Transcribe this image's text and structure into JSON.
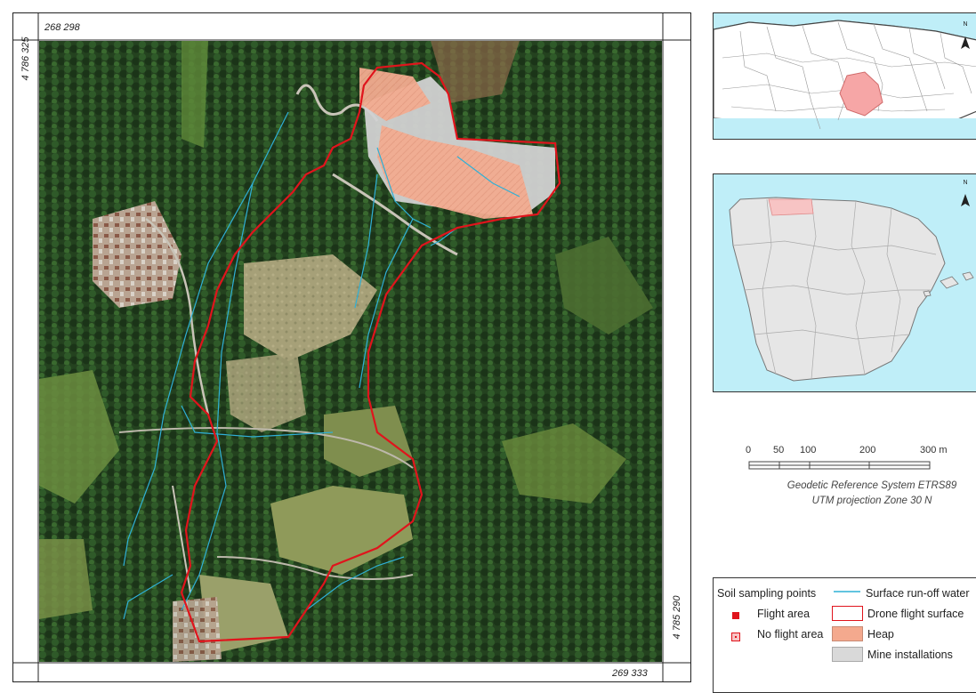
{
  "map": {
    "coords": {
      "top_left_x": "268 298",
      "top_left_y": "4 786 325",
      "bottom_right_x": "269 333",
      "bottom_right_y": "4 785 290"
    },
    "colors": {
      "forest_dark": "#1f3a1c",
      "meadow": "#a9a27a",
      "flight_boundary": "#e0141c",
      "heap": "#f4a98e",
      "mine": "#d6d6d6",
      "runoff": "#2fb0d6"
    }
  },
  "insets": {
    "north_label": "N",
    "asturias_highlight_color": "#f6a6a6",
    "spain_highlight_color": "#f7c4c4",
    "sea_color": "#bfeef8"
  },
  "scale": {
    "ticks": [
      "0",
      "50",
      "100",
      "200",
      "300 m"
    ]
  },
  "projection": {
    "line1": "Geodetic Reference System ETRS89",
    "line2": "UTM projection Zone 30 N"
  },
  "legend": {
    "soil_title": "Soil sampling points",
    "flight_area": "Flight area",
    "no_flight_area": "No flight area",
    "runoff": "Surface run-off water",
    "drone": "Drone flight surface",
    "heap": "Heap",
    "mine": "Mine installations"
  }
}
